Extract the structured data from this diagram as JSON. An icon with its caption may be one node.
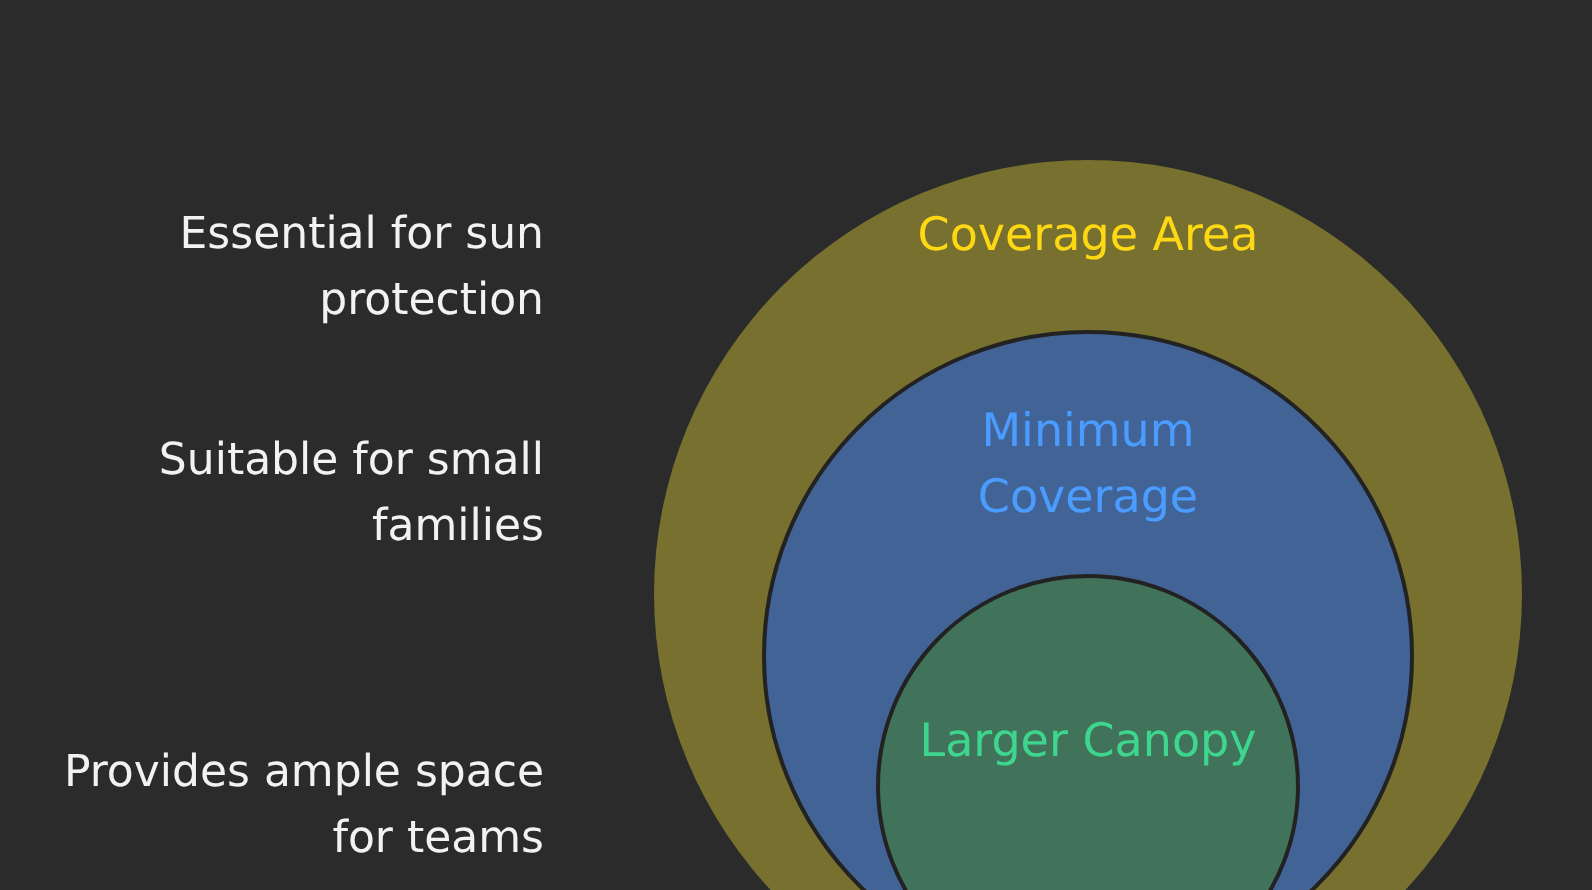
{
  "diagram": {
    "nodes": [
      {
        "text": [
          "Coverage Area"
        ]
      },
      {
        "text": [
          "Minimum Coverage"
        ],
        "in": 0
      },
      {
        "text": [
          "Larger Canopy"
        ],
        "in": 1
      }
    ],
    "labels": [
      "Essential for sun protection",
      "Suitable for small families",
      "Provides ample space for teams"
    ]
  }
}
